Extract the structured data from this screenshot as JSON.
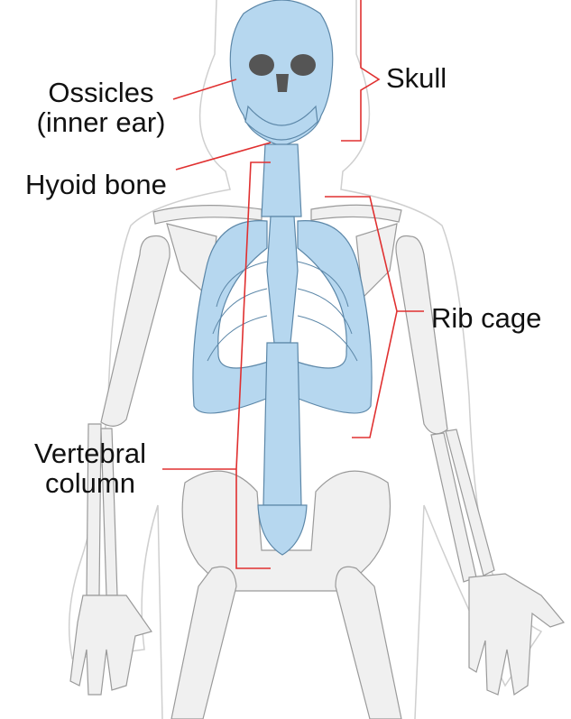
{
  "labels": {
    "ossicles": {
      "line1": "Ossicles",
      "line2": "(inner ear)"
    },
    "hyoid": "Hyoid bone",
    "skull": "Skull",
    "rib_cage": "Rib cage",
    "vertebral": {
      "line1": "Vertebral",
      "line2": "column"
    }
  },
  "colors": {
    "bone_blue": "#b6d7ef",
    "bone_outline": "#5c87a8",
    "bone_grey": "#f0f0f0",
    "bone_grey_outline": "#9a9a9a",
    "body_outline": "#cfcfcf",
    "leader_line": "#e03030"
  }
}
